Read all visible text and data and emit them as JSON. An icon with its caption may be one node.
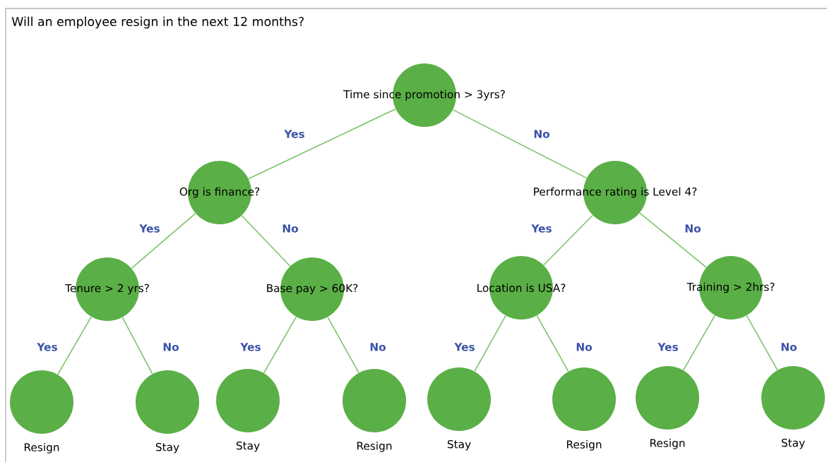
{
  "diagram": {
    "title": "Will an employee resign in the next 12 months?",
    "nodes": [
      {
        "text": [
          "Time since promotion > 3yrs?"
        ]
      },
      {
        "text": [
          "Org is finance?"
        ]
      },
      {
        "text": [
          "Performance rating is Level 4?"
        ]
      },
      {
        "text": [
          "Tenure > 2 yrs?"
        ]
      },
      {
        "text": [
          "Base pay > 60K?"
        ]
      },
      {
        "text": [
          "Location is USA?"
        ]
      },
      {
        "text": [
          "Training > 2hrs?"
        ]
      },
      {
        "text": [
          "Resign"
        ]
      },
      {
        "text": [
          "Stay"
        ]
      },
      {
        "text": [
          "Stay"
        ]
      },
      {
        "text": [
          "Resign"
        ]
      },
      {
        "text": [
          "Stay"
        ]
      },
      {
        "text": [
          "Resign"
        ]
      },
      {
        "text": [
          "Resign"
        ]
      },
      {
        "text": [
          "Stay"
        ]
      }
    ],
    "edges": [
      {
        "from": 0,
        "to": 1,
        "arrow": "none",
        "label": "Yes"
      },
      {
        "from": 0,
        "to": 2,
        "arrow": "none",
        "label": "No"
      },
      {
        "from": 1,
        "to": 3,
        "arrow": "none",
        "label": "Yes"
      },
      {
        "from": 1,
        "to": 4,
        "arrow": "none",
        "label": "No"
      },
      {
        "from": 2,
        "to": 5,
        "arrow": "none",
        "label": "Yes"
      },
      {
        "from": 2,
        "to": 6,
        "arrow": "none",
        "label": "No"
      },
      {
        "from": 3,
        "to": 7,
        "arrow": "none",
        "label": "Yes"
      },
      {
        "from": 3,
        "to": 8,
        "arrow": "none",
        "label": "No"
      },
      {
        "from": 4,
        "to": 9,
        "arrow": "none",
        "label": "Yes"
      },
      {
        "from": 4,
        "to": 10,
        "arrow": "none",
        "label": "No"
      },
      {
        "from": 5,
        "to": 11,
        "arrow": "none",
        "label": "Yes"
      },
      {
        "from": 5,
        "to": 12,
        "arrow": "none",
        "label": "No"
      },
      {
        "from": 6,
        "to": 13,
        "arrow": "none",
        "label": "Yes"
      },
      {
        "from": 6,
        "to": 14,
        "arrow": "none",
        "label": "No"
      }
    ]
  }
}
